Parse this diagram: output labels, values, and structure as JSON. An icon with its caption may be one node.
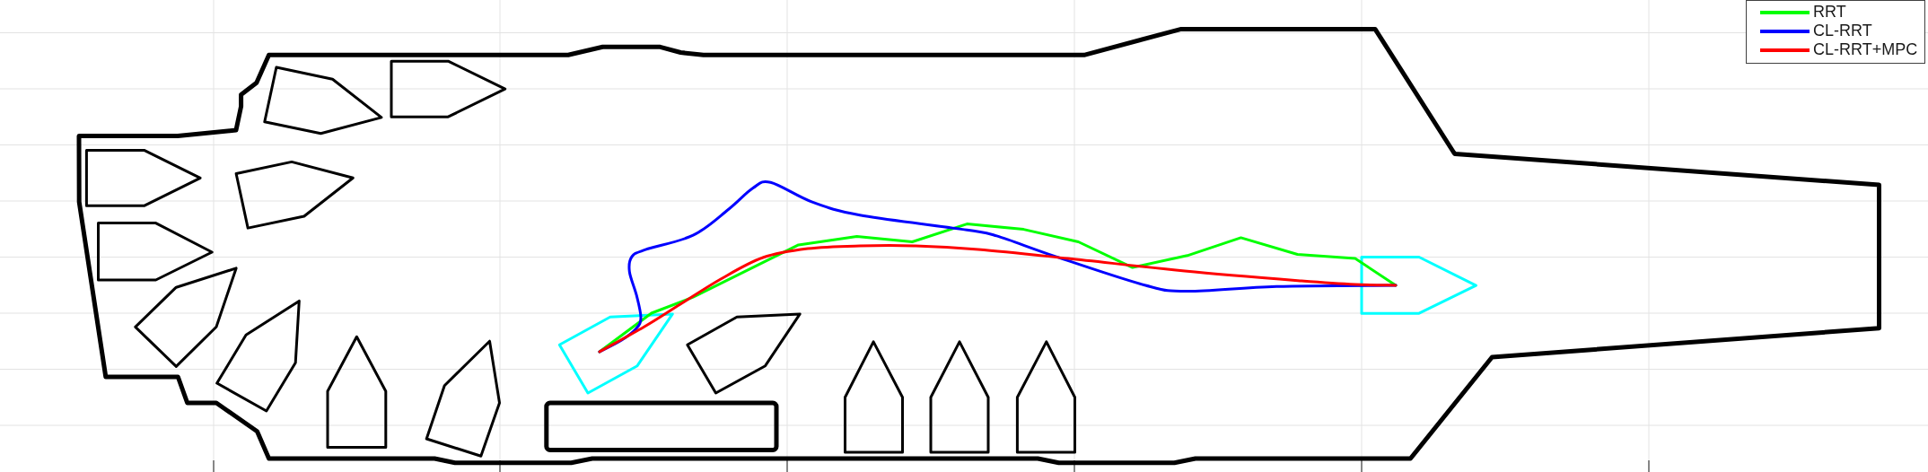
{
  "diagram": {
    "legend": [
      {
        "text": "RRT"
      },
      {
        "text": "CL-RRT"
      },
      {
        "text": "CL-RRT+MPC"
      }
    ]
  }
}
